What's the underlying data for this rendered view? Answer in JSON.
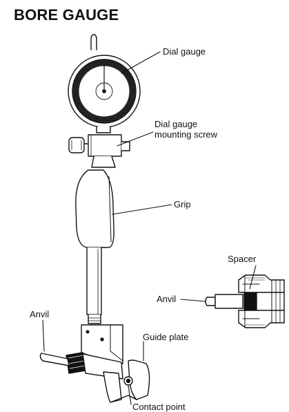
{
  "title": "BORE GAUGE",
  "labels": {
    "dial_gauge": "Dial gauge",
    "mounting_screw_line1": "Dial gauge",
    "mounting_screw_line2": "mounting screw",
    "grip": "Grip",
    "spacer": "Spacer",
    "anvil_detail": "Anvil",
    "anvil": "Anvil",
    "guide_plate": "Guide plate",
    "contact_point": "Contact point"
  },
  "colors": {
    "line": "#111111",
    "fill": "#ffffff",
    "shade": "#222222"
  }
}
